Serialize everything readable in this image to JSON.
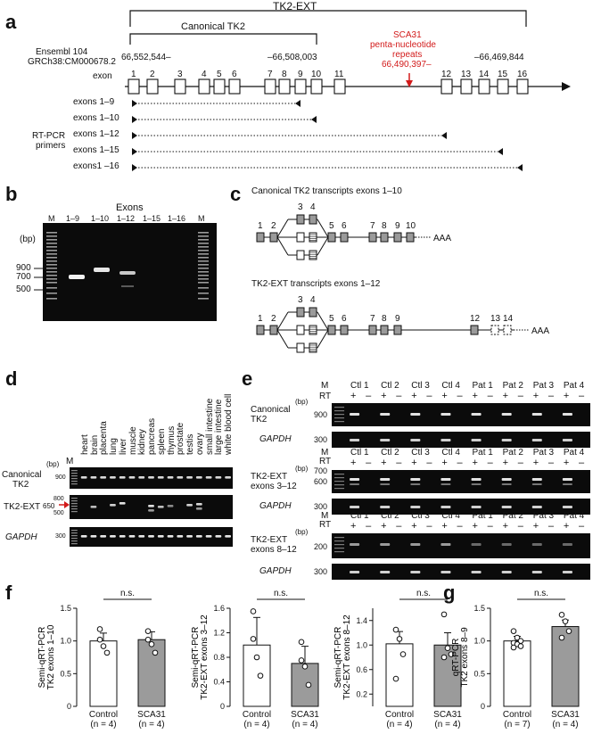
{
  "panel_a": {
    "letter": "a",
    "tk2_ext_label": "TK2-EXT",
    "canonical_label": "Canonical TK2",
    "ensembl_line1": "Ensembl  104",
    "ensembl_line2": "GRCh38:CM000678.2",
    "coord_start": "66,552,544–",
    "coord_exon10": "–66,508,003",
    "coord_end": "–66,469,844",
    "exon_word": "exon",
    "sca_line1": "SCA31",
    "sca_line2": "penta-nucleotide",
    "sca_line3": "repeats",
    "sca_line4": "66,490,397–",
    "exon_numbers": [
      "1",
      "2",
      "3",
      "4",
      "5",
      "6",
      "7",
      "8",
      "9",
      "10",
      "11",
      "12",
      "13",
      "14",
      "15",
      "16"
    ],
    "primers_label_line1": "RT-PCR",
    "primers_label_line2": "primers",
    "primer_rows": [
      "exons 1–9",
      "exons 1–10",
      "exons 1–12",
      "exons 1–15",
      "exons1 –16"
    ]
  },
  "panel_b": {
    "letter": "b",
    "header": "Exons",
    "lanes": [
      "M",
      "1–9",
      "1–10",
      "1–12",
      "1–15",
      "1–16",
      "M"
    ],
    "unit": "(bp)",
    "markers": [
      "900",
      "700",
      "500"
    ]
  },
  "panel_c": {
    "letter": "c",
    "title1": "Canonical TK2 transcripts  exons 1–10",
    "title2": "TK2-EXT transcripts  exons 1–12",
    "t1_exons": [
      "1",
      "2",
      "3",
      "4",
      "5",
      "6",
      "7",
      "8",
      "9",
      "10"
    ],
    "t2_exons": [
      "1",
      "2",
      "3",
      "4",
      "5",
      "6",
      "7",
      "8",
      "9",
      "12",
      "13",
      "14"
    ],
    "polyA": "AAA"
  },
  "panel_d": {
    "letter": "d",
    "lane_m": "M",
    "tissues": [
      "heart",
      "brain",
      "placenta",
      "lung",
      "liver",
      "muscle",
      "kidney",
      "pancreas",
      "spleen",
      "thymus",
      "prostate",
      "testis",
      "ovary",
      "small intestine",
      "large intestine",
      "white blood cell"
    ],
    "unit": "(bp)",
    "row1_label_line1": "Canonical",
    "row1_label_line2": "TK2",
    "row1_marker": "900",
    "row2_label": "TK2-EXT",
    "row2_markers": [
      "800",
      "650",
      "500"
    ],
    "row3_label": "GAPDH",
    "row3_marker": "300"
  },
  "panel_e": {
    "letter": "e",
    "samples": [
      "Ctl 1",
      "Ctl 2",
      "Ctl 3",
      "Ctl 4",
      "Pat 1",
      "Pat 2",
      "Pat 3",
      "Pat 4"
    ],
    "m": "M",
    "rt": "RT",
    "plus": "+",
    "minus": "–",
    "unit": "(bp)",
    "blocks": [
      {
        "label1": "Canonical",
        "label2": "TK2",
        "marker": "900",
        "gapdh": "GAPDH",
        "gapdh_marker": "300"
      },
      {
        "label1": "TK2-EXT",
        "label2": "exons 3–12",
        "marker_top": "700",
        "marker": "600",
        "gapdh": "GAPDH",
        "gapdh_marker": "300"
      },
      {
        "label1": "TK2-EXT",
        "label2": "exons 8–12",
        "marker": "200",
        "gapdh": "GAPDH",
        "gapdh_marker": "300"
      }
    ]
  },
  "panel_f": {
    "letter": "f",
    "ns": "n.s.",
    "charts": [
      {
        "ylabel1": "Semi-qRT-PCR",
        "ylabel2": "TK2 exons 1–10",
        "ticks": [
          "0",
          "0.5",
          "1.0",
          "1.5"
        ],
        "ymax": 1.5,
        "bars": [
          {
            "label": "Control",
            "n": "(n = 4)",
            "value": 1.0,
            "err": 0.12,
            "points": [
              1.02,
              0.92,
              0.82,
              1.18
            ],
            "color": "#ffffff"
          },
          {
            "label": "SCA31",
            "n": "(n = 4)",
            "value": 1.02,
            "err": 0.12,
            "points": [
              1.15,
              0.95,
              0.82,
              1.02
            ],
            "color": "#9b9b9b"
          }
        ]
      },
      {
        "ylabel1": "Semi-qRT-PCR",
        "ylabel2": "TK2-EXT exons 3–12",
        "ticks": [
          "0",
          "0.4",
          "0.8",
          "1.2",
          "1.6"
        ],
        "ymax": 1.6,
        "bars": [
          {
            "label": "Control",
            "n": "(n = 4)",
            "value": 1.0,
            "err": 0.45,
            "points": [
              1.55,
              0.8,
              0.5,
              1.1
            ],
            "color": "#ffffff"
          },
          {
            "label": "SCA31",
            "n": "(n = 4)",
            "value": 0.7,
            "err": 0.28,
            "points": [
              1.05,
              0.65,
              0.35,
              0.75
            ],
            "color": "#9b9b9b"
          }
        ]
      },
      {
        "ylabel1": "Semi-qRT-PCR",
        "ylabel2": "TK2-EXT exons 8–12",
        "ticks": [
          "0.2",
          "0.6",
          "1.0",
          "1.4"
        ],
        "ymax": 1.6,
        "bars": [
          {
            "label": "Control",
            "n": "(n = 4)",
            "value": 1.02,
            "err": 0.2,
            "points": [
              1.25,
              1.1,
              0.85,
              0.45
            ],
            "color": "#ffffff"
          },
          {
            "label": "SCA31",
            "n": "(n = 4)",
            "value": 1.0,
            "err": 0.2,
            "points": [
              1.5,
              0.95,
              0.85,
              0.8
            ],
            "color": "#9b9b9b"
          }
        ]
      }
    ]
  },
  "panel_g": {
    "letter": "g",
    "ns": "n.s.",
    "ylabel1": "qRT-PCR",
    "ylabel2": "TK2 exons 8–9",
    "ticks": [
      "0",
      "0.5",
      "1.0",
      "1.5"
    ],
    "ymax": 1.5,
    "bars": [
      {
        "label": "Control",
        "n": "(n = 7)",
        "value": 1.0,
        "err": 0.07,
        "points": [
          1.15,
          1.05,
          1.0,
          0.97,
          0.95,
          0.92,
          0.9
        ],
        "color": "#ffffff"
      },
      {
        "label": "SCA31",
        "n": "(n = 4)",
        "value": 1.22,
        "err": 0.1,
        "points": [
          1.4,
          1.3,
          1.15,
          1.05
        ],
        "color": "#9b9b9b"
      }
    ]
  }
}
